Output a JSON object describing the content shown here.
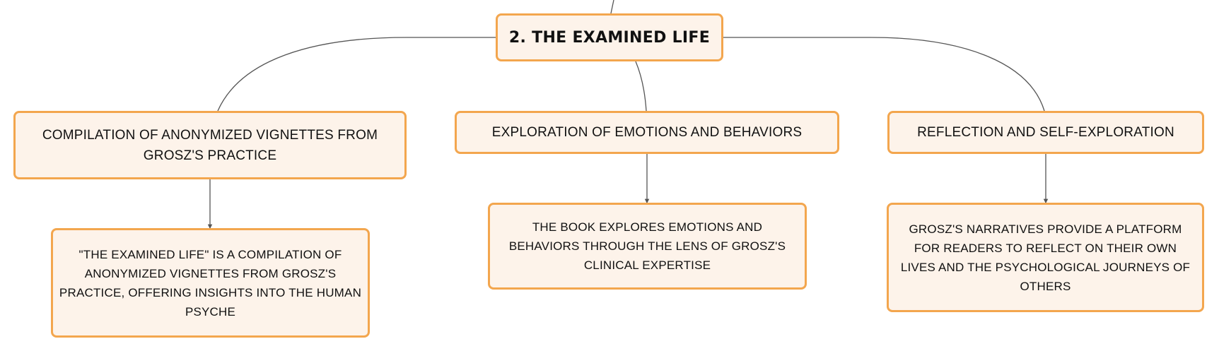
{
  "root": {
    "label": "2. THE EXAMINED LIFE"
  },
  "branches": [
    {
      "topic": "COMPILATION OF ANONYMIZED VIGNETTES FROM GROSZ'S PRACTICE",
      "detail": "\"THE EXAMINED LIFE\" IS A COMPILATION OF ANONYMIZED VIGNETTES FROM GROSZ'S PRACTICE, OFFERING INSIGHTS INTO THE HUMAN PSYCHE"
    },
    {
      "topic": "EXPLORATION OF EMOTIONS AND BEHAVIORS",
      "detail": "THE BOOK EXPLORES EMOTIONS AND BEHAVIORS THROUGH THE LENS OF GROSZ'S CLINICAL EXPERTISE"
    },
    {
      "topic": "REFLECTION AND SELF-EXPLORATION",
      "detail": "GROSZ'S NARRATIVES PROVIDE A PLATFORM FOR READERS TO REFLECT ON THEIR OWN LIVES AND THE PSYCHOLOGICAL JOURNEYS OF OTHERS"
    }
  ],
  "colors": {
    "node_fill": "#fdf3ea",
    "node_border": "#f3a64e",
    "connector": "#555555",
    "text": "#111111"
  }
}
